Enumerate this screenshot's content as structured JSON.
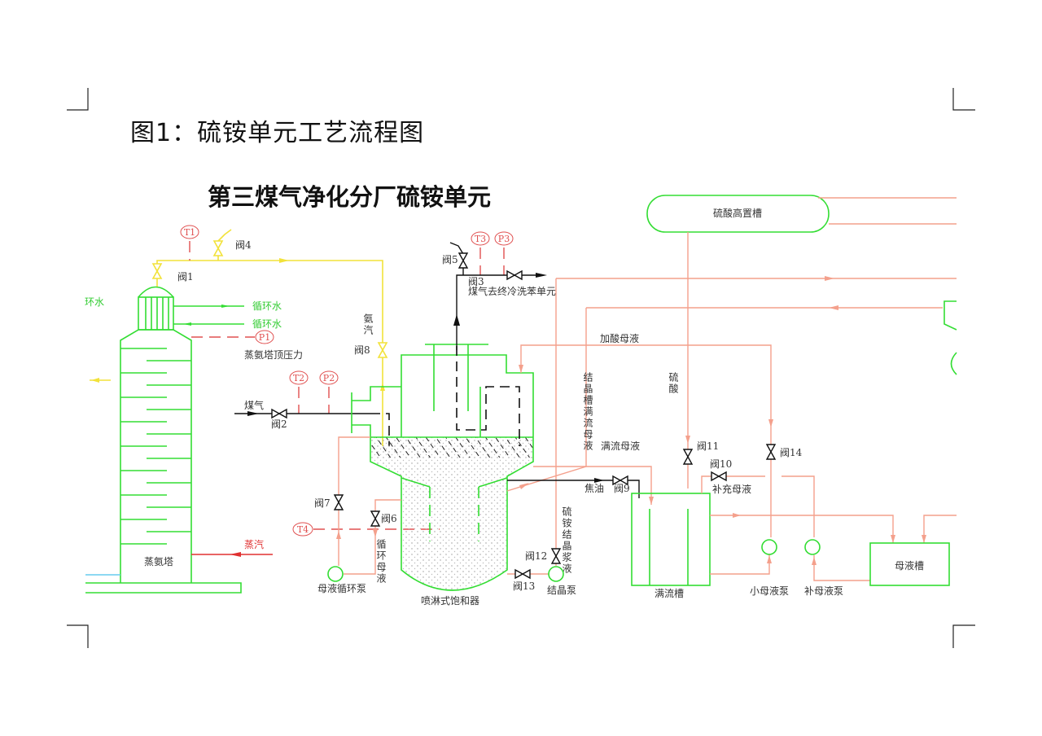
{
  "caption": "图1：硫铵单元工艺流程图",
  "diagram": {
    "title": "第三煤气净化分厂硫铵单元",
    "equipment": {
      "ammonia_still": "蒸氨塔",
      "saturator": "喷淋式饱和器",
      "acid_tank": "硫酸高置槽",
      "overflow_tank": "满流槽",
      "mother_tank": "母液槽",
      "circ_pump": "母液循环泵",
      "cryst_pump": "结晶泵",
      "small_pump": "小母液泵",
      "makeup_pump": "补母液泵"
    },
    "streams": {
      "circ_water_left": "环水",
      "circ_water_1": "循环水",
      "circ_water_2": "循环水",
      "top_pressure": "蒸氨塔顶压力",
      "steam": "蒸汽",
      "ammonia_vapor": "氨汽",
      "gas_in": "煤气",
      "gas_out": "煤气去终冷洗苯单元",
      "acid_mother": "加酸母液",
      "cryst_overflow": "结晶槽满流母液",
      "sulfuric_acid": "硫酸",
      "overflow_mother": "满流母液",
      "tar": "焦油",
      "makeup_mother": "补充母液",
      "circ_mother": "循环母液",
      "slurry": "硫铵结晶浆液"
    },
    "valves": [
      "阀1",
      "阀2",
      "阀3",
      "阀4",
      "阀5",
      "阀6",
      "阀7",
      "阀8",
      "阀9",
      "阀10",
      "阀11",
      "阀12",
      "阀13",
      "阀14"
    ],
    "instruments": [
      "T1",
      "P1",
      "T2",
      "P2",
      "T3",
      "P3",
      "T4"
    ],
    "colors": {
      "equipment": "#33dd33",
      "liquid": "#f4a08c",
      "instrument": "#e05050",
      "ammonia": "#f2e23a",
      "gas": "#111111",
      "steam": "#e03030"
    }
  }
}
